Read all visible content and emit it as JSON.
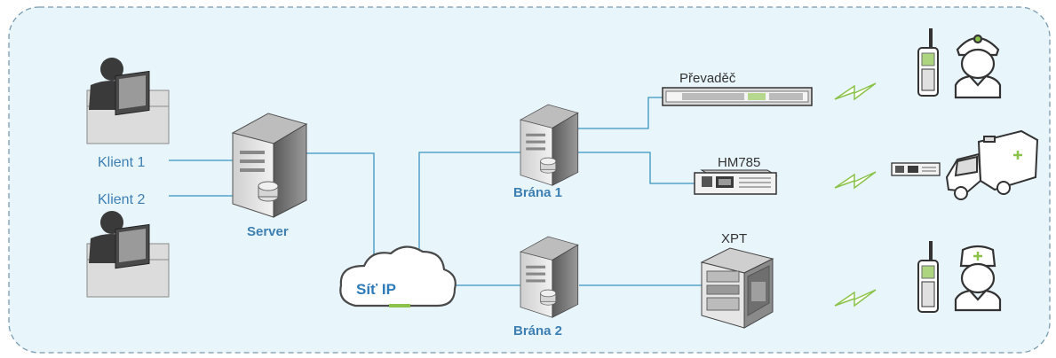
{
  "colors": {
    "background": "#e8f5fb",
    "border": "#7a9bb0",
    "link": "#3a93bf",
    "label": "#3d7fb3",
    "accent_green": "#8bc34a",
    "lightning": "#8bc34a"
  },
  "icons": [
    "operator-icon",
    "server-icon",
    "cloud-icon",
    "repeater-icon",
    "mobile-radio-icon",
    "xpt-cabinet-icon",
    "handheld-radio-icon",
    "police-officer-icon",
    "ambulance-icon",
    "nurse-icon",
    "lightning-icon"
  ],
  "labels": {
    "client1": "Klient 1",
    "client2": "Klient 2",
    "server": "Server",
    "network": "Síť IP",
    "gateway1": "Brána 1",
    "gateway2": "Brána 2",
    "repeater": "Převaděč",
    "mobile_radio": "HM785",
    "xpt": "XPT"
  }
}
